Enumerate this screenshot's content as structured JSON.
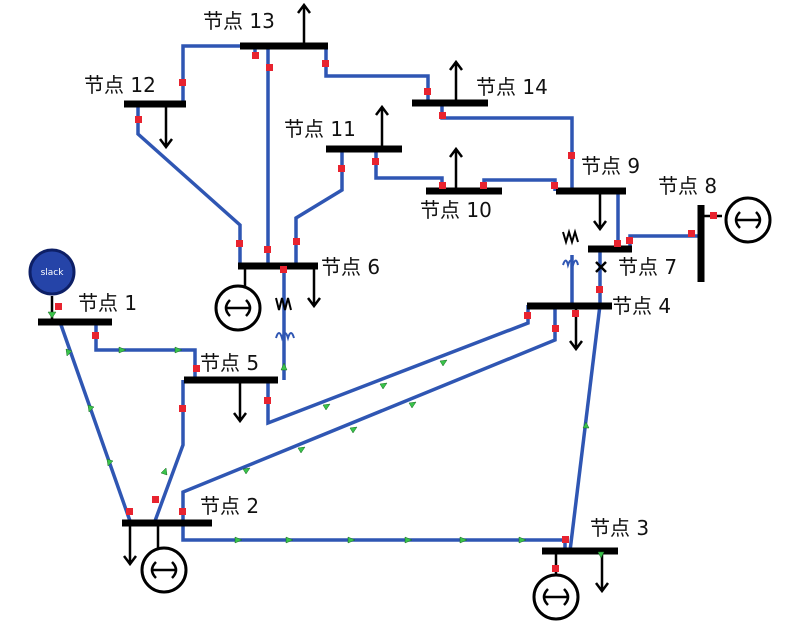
{
  "buses": [
    {
      "id": "bus-1",
      "label": "节点 1"
    },
    {
      "id": "bus-2",
      "label": "节点 2"
    },
    {
      "id": "bus-3",
      "label": "节点 3"
    },
    {
      "id": "bus-4",
      "label": "节点 4"
    },
    {
      "id": "bus-5",
      "label": "节点 5"
    },
    {
      "id": "bus-6",
      "label": "节点 6"
    },
    {
      "id": "bus-7",
      "label": "节点 7"
    },
    {
      "id": "bus-8",
      "label": "节点 8"
    },
    {
      "id": "bus-9",
      "label": "节点 9"
    },
    {
      "id": "bus-10",
      "label": "节点 10"
    },
    {
      "id": "bus-11",
      "label": "节点 11"
    },
    {
      "id": "bus-12",
      "label": "节点 12"
    },
    {
      "id": "bus-13",
      "label": "节点 13"
    },
    {
      "id": "bus-14",
      "label": "节点 14"
    }
  ],
  "slack": {
    "text": "slack",
    "color": "#2544a8"
  },
  "colors": {
    "line": "#2f56b3",
    "breaker": "#e8232f",
    "flow_arrow": "#39c24a",
    "bus": "#000000"
  }
}
